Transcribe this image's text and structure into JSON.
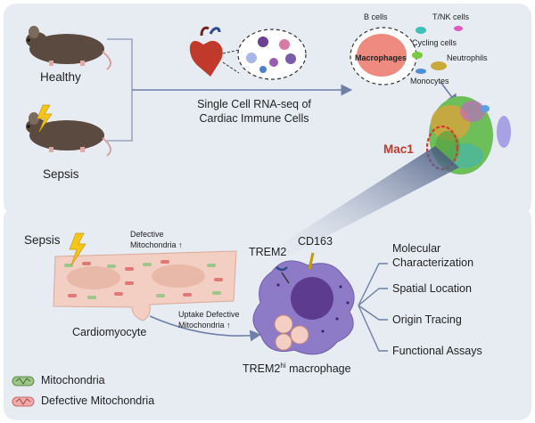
{
  "top": {
    "healthy_label": "Healthy",
    "sepsis_label": "Sepsis",
    "scrnaseq_line1": "Single Cell RNA-seq of",
    "scrnaseq_line2": "Cardiac Immune Cells",
    "cell_types": {
      "b_cells": "B cells",
      "t_nk_cells": "T/NK cells",
      "cycling_cells": "Cycling cells",
      "macrophages": "Macrophages",
      "neutrophils": "Neutrophils",
      "monocytes": "Monocytes"
    },
    "mac1_label": "Mac1"
  },
  "bottom": {
    "sepsis_label": "Sepsis",
    "defective_mito_line1": "Defective",
    "defective_mito_line2": "Mitochondria ↑",
    "cardiomyocyte_label": "Cardiomyocyte",
    "uptake_line1": "Uptake Defective",
    "uptake_line2": "Mitochondria ↑",
    "trem2_label": "TREM2",
    "cd163_label": "CD163",
    "macrophage_label_main": "TREM2",
    "macrophage_label_sup": "hi",
    "macrophage_label_rest": " macrophage",
    "assays": [
      {
        "line1": "Molecular",
        "line2": "Characterization"
      },
      {
        "line1": "Spatial Location",
        "line2": ""
      },
      {
        "line1": "Origin Tracing",
        "line2": ""
      },
      {
        "line1": "Functional Assays",
        "line2": ""
      }
    ]
  },
  "legend": {
    "mitochondria": "Mitochondria",
    "defective_mitochondria": "Defective Mitochondria"
  },
  "colors": {
    "panel_bg": "#e7ecf3",
    "arrow": "#6f7fa8",
    "macrophage": "#8e7bc8",
    "macrophage_nucleus": "#5d3c8f",
    "cardiomyocyte": "#f2cfc2",
    "mac1_outline": "#d93a2b",
    "lightning": "#f5c518"
  }
}
